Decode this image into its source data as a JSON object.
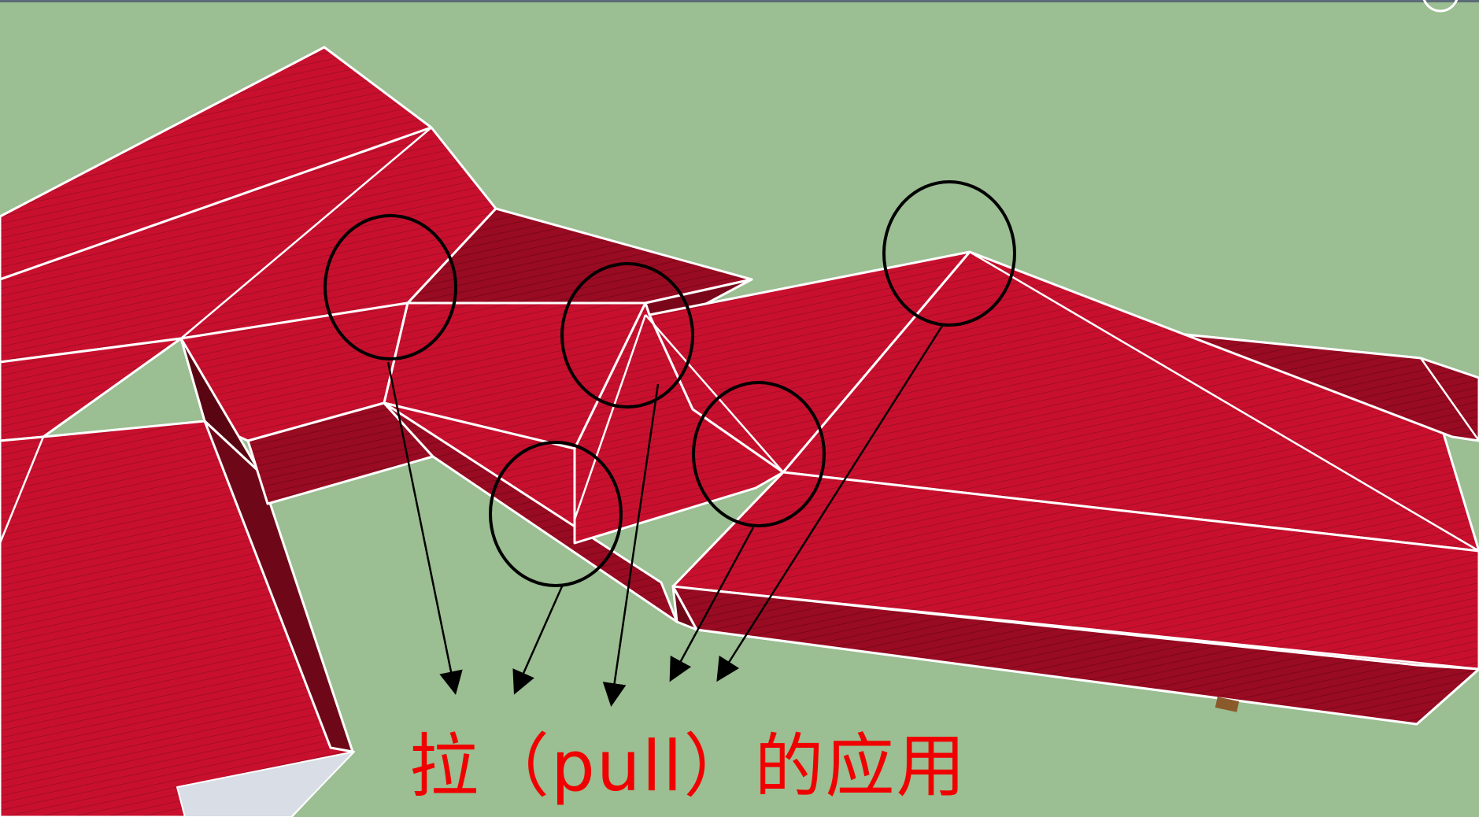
{
  "caption": "拉（pull）的应用",
  "colors": {
    "background": "#9bbe92",
    "roof_red": "#c8102e",
    "roof_dark": "#8e0a1f",
    "roof_shadow": "#5a0612",
    "ridge_line": "#ffffff",
    "annotation": "#000000",
    "caption": "#f00000",
    "top_border": "#5c6b78"
  },
  "annotations": {
    "circle_count": 5,
    "arrow_count": 5
  }
}
